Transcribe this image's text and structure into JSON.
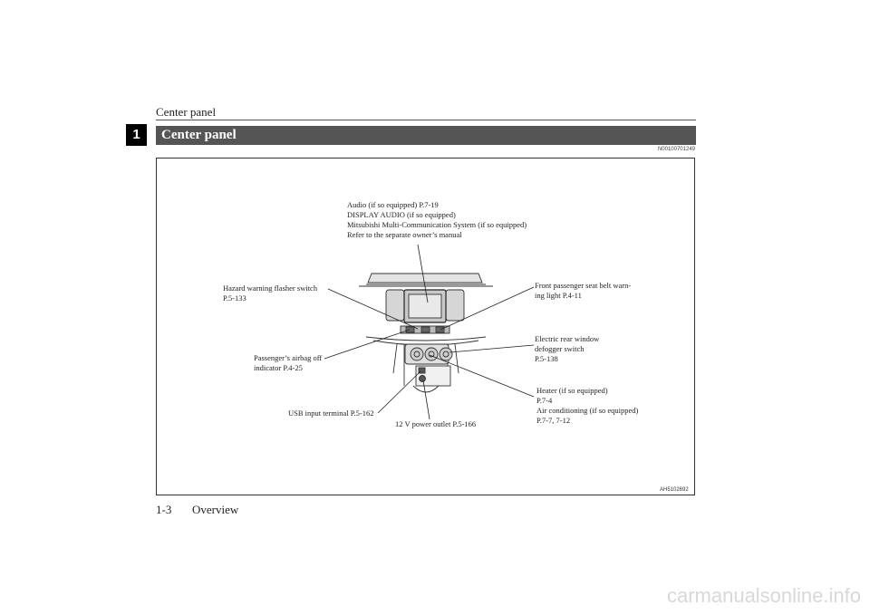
{
  "header": {
    "title": "Center panel"
  },
  "chapter_tab": "1",
  "section": {
    "title": "Center panel",
    "doc_code": "N00100701249"
  },
  "figure": {
    "code": "AH5102692",
    "callouts": {
      "audio": [
        "Audio (if so equipped) P.7-19",
        "DISPLAY AUDIO (if so equipped)",
        "Mitsubishi Multi-Communication System (if so equipped)",
        "Refer to the separate owner’s manual"
      ],
      "hazard": [
        "Hazard warning flasher switch",
        "P.5-133"
      ],
      "seatbelt": [
        "Front passenger seat belt warn-",
        "ing light P.4-11"
      ],
      "defogger": [
        "Electric rear window",
        "defogger switch",
        "P.5-138"
      ],
      "airbag": [
        "Passenger’s airbag off",
        "indicator P.4-25"
      ],
      "heater": [
        "Heater (if so equipped)",
        "P.7-4",
        "Air conditioning (if so equipped)",
        "P.7-7, 7-12"
      ],
      "usb": [
        "USB input terminal P.5-162"
      ],
      "power": [
        "12 V power outlet P.5-166"
      ]
    }
  },
  "footer": {
    "page": "1-3",
    "section": "Overview"
  },
  "watermark": "carmanualsonline.info"
}
